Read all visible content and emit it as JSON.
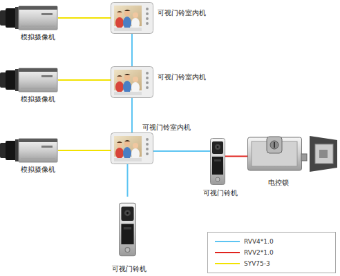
{
  "diagram": {
    "nodes": [
      {
        "text": [
          "模拟摄像机"
        ]
      },
      {
        "text": [
          "可视门铃室内机"
        ]
      },
      {
        "text": [
          "模拟摄像机"
        ]
      },
      {
        "text": [
          "可视门铃室内机"
        ]
      },
      {
        "text": [
          "模拟摄像机"
        ]
      },
      {
        "text": [
          "可视门铃室内机"
        ]
      },
      {
        "text": [
          "可视门铃机"
        ]
      },
      {
        "text": [
          "电控锁"
        ]
      },
      {
        "text": [
          "可视门铃机"
        ]
      }
    ],
    "edges": [
      {
        "from": 0,
        "to": 1,
        "arrow": "none"
      },
      {
        "from": 2,
        "to": 3,
        "arrow": "none"
      },
      {
        "from": 4,
        "to": 5,
        "arrow": "none"
      },
      {
        "from": 1,
        "to": 3,
        "arrow": "none"
      },
      {
        "from": 3,
        "to": 5,
        "arrow": "none"
      },
      {
        "from": 5,
        "to": 6,
        "arrow": "none"
      },
      {
        "from": 6,
        "to": 7,
        "arrow": "none"
      },
      {
        "from": 5,
        "to": 8,
        "arrow": "none"
      }
    ],
    "legend": [
      {
        "text": "RVV4*1.0"
      },
      {
        "text": "RVV2*1.0"
      },
      {
        "text": "SYV75-3"
      }
    ]
  }
}
